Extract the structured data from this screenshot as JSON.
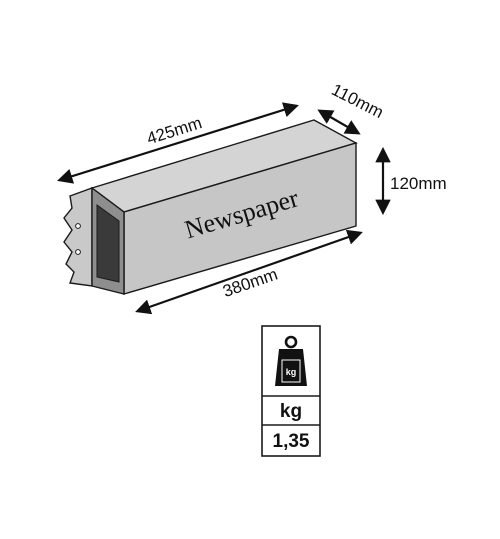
{
  "product": {
    "front_label": "Newspaper"
  },
  "dimensions": {
    "length_total": "425mm",
    "width": "110mm",
    "height": "120mm",
    "length_inner": "380mm"
  },
  "weight_box": {
    "icon": "weight-icon",
    "icon_text": "kg",
    "unit": "kg",
    "value": "1,35"
  },
  "colors": {
    "box_top": "#d4d4d4",
    "box_front": "#c6c6c6",
    "box_side": "#8e8e8e",
    "box_opening": "#3a3a3a",
    "outline": "#1a1a1a"
  }
}
